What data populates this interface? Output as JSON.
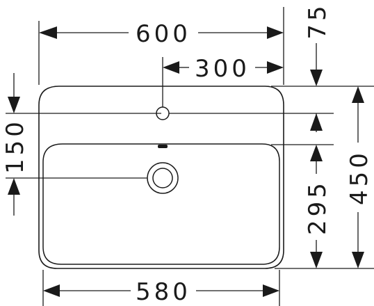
{
  "dimensions": {
    "overall_width": "600",
    "tap_hole_offset": "300",
    "top_offset": "75",
    "tap_hole_depth": "150",
    "overall_depth": "450",
    "bowl_depth": "295",
    "bowl_width": "580"
  }
}
